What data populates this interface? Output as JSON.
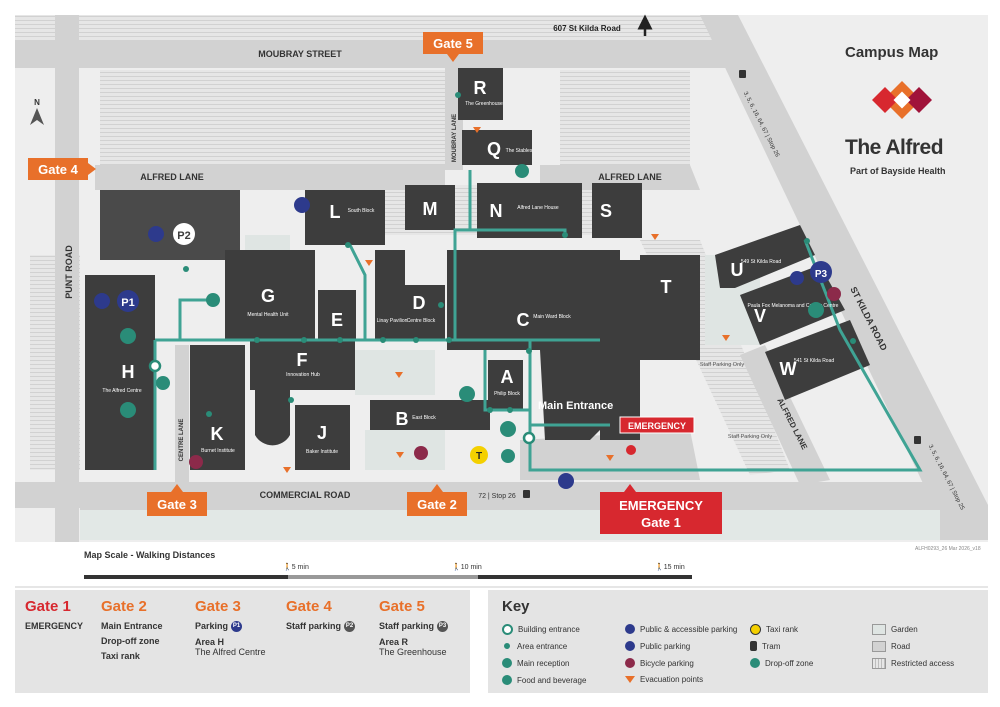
{
  "header": {
    "title": "Campus Map",
    "brand": "The Alfred",
    "sub_brand": "Part of Bayside Health",
    "north": "N",
    "top_address": "607 St Kilda Road"
  },
  "streets": {
    "moubray_street": "MOUBRAY STREET",
    "alfred_lane_w": "ALFRED LANE",
    "alfred_lane_e": "ALFRED LANE",
    "punt_road": "PUNT ROAD",
    "commercial_road": "COMMERCIAL ROAD",
    "centre_lane": "CENTRE LANE",
    "moubray_lane": "MOUBRAY LANE",
    "alfred_lane_se": "ALFRED LANE",
    "st_kilda_road": "ST KILDA ROAD"
  },
  "tram_stops": {
    "top": "3, 5, 6, 16, 64, 67 | Stop 26",
    "bottom": "3, 5, 6, 16, 64, 67 | Stop 25",
    "commercial": "72 | Stop 26"
  },
  "gates": {
    "gate1_line1": "EMERGENCY",
    "gate1_line2": "Gate 1",
    "gate2": "Gate 2",
    "gate3": "Gate 3",
    "gate4": "Gate 4",
    "gate5": "Gate 5"
  },
  "buildings": {
    "R": {
      "letter": "R",
      "name": "The Greenhouse"
    },
    "Q": {
      "letter": "Q",
      "name": "The Stables"
    },
    "L": {
      "letter": "L",
      "name": "South Block"
    },
    "M": {
      "letter": "M",
      "name": ""
    },
    "N": {
      "letter": "N",
      "name": "Alfred Lane House"
    },
    "S": {
      "letter": "S",
      "name": ""
    },
    "T": {
      "letter": "T",
      "name": ""
    },
    "U": {
      "letter": "U",
      "name": "549 St Kilda Road"
    },
    "V": {
      "letter": "V",
      "name": "Paula Fox Melanoma and Cancer Centre"
    },
    "W": {
      "letter": "W",
      "name": "541 St Kilda Road"
    },
    "G": {
      "letter": "G",
      "name": "Mental Health Unit"
    },
    "E": {
      "letter": "E",
      "name": ""
    },
    "D": {
      "letter": "D",
      "name": "Centre Block"
    },
    "linay": {
      "name": "Linay Pavilion"
    },
    "C": {
      "letter": "C",
      "name": "Main Ward Block"
    },
    "A": {
      "letter": "A",
      "name": "Philip Block"
    },
    "B": {
      "letter": "B",
      "name": "East Block"
    },
    "F": {
      "letter": "F",
      "name": "Innovation Hub"
    },
    "J": {
      "letter": "J",
      "name": "Baker Institute"
    },
    "K": {
      "letter": "K",
      "name": "Burnet Institute"
    },
    "H": {
      "letter": "H",
      "name": "The Alfred Centre"
    }
  },
  "parking": {
    "p1": "P1",
    "p2": "P2",
    "p3": "P3"
  },
  "map_labels": {
    "main_entrance": "Main Entrance",
    "emergency": "EMERGENCY",
    "staff_parking_only": "Staff Parking Only",
    "staff_parking_only_2": "Staff Parking Only",
    "taxi": "T"
  },
  "scale": {
    "title": "Map Scale - Walking Distances",
    "m5": "5 min",
    "m10": "10 min",
    "m15": "15 min"
  },
  "doc_code": "ALFH0293_26 Mar 2026_v18",
  "gate_legend": [
    {
      "title": "Gate 1",
      "color": "#d7282f",
      "bold_lines": [
        "EMERGENCY"
      ],
      "plain_lines": []
    },
    {
      "title": "Gate 2",
      "color": "#e8702a",
      "bold_lines": [
        "Main Entrance",
        "Drop-off zone",
        "Taxi rank"
      ],
      "plain_lines": []
    },
    {
      "title": "Gate 3",
      "color": "#e8702a",
      "bold_lines": [
        "Parking",
        "Area H"
      ],
      "plain_lines": [
        "The Alfred Centre"
      ],
      "badge": "P1"
    },
    {
      "title": "Gate 4",
      "color": "#e8702a",
      "bold_lines": [
        "Staff parking"
      ],
      "plain_lines": [],
      "badge": "P2"
    },
    {
      "title": "Gate 5",
      "color": "#e8702a",
      "bold_lines": [
        "Staff parking",
        "Area R"
      ],
      "plain_lines": [
        "The Greenhouse"
      ],
      "badge": "P3"
    }
  ],
  "key": {
    "title": "Key",
    "items": [
      {
        "label": "Building entrance",
        "icon": "building-entrance-icon"
      },
      {
        "label": "Area entrance",
        "icon": "area-entrance-icon"
      },
      {
        "label": "Main reception",
        "icon": "info-icon"
      },
      {
        "label": "Food and beverage",
        "icon": "food-icon"
      },
      {
        "label": "Public & accessible parking",
        "icon": "accessible-parking-icon"
      },
      {
        "label": "Public parking",
        "icon": "parking-icon"
      },
      {
        "label": "Bicycle parking",
        "icon": "bicycle-icon"
      },
      {
        "label": "Evacuation points",
        "icon": "evacuation-icon"
      },
      {
        "label": "Taxi rank",
        "icon": "taxi-icon"
      },
      {
        "label": "Tram",
        "icon": "tram-icon"
      },
      {
        "label": "Drop-off zone",
        "icon": "drop-off-icon"
      },
      {
        "label": "Garden",
        "icon": "garden-swatch"
      },
      {
        "label": "Road",
        "icon": "road-swatch"
      },
      {
        "label": "Restricted access",
        "icon": "restricted-swatch"
      }
    ]
  },
  "colors": {
    "building": "#3d3d3d",
    "road": "#d2d2d2",
    "garden": "#e3e8e6",
    "path": "#3fa394",
    "gate": "#e8702a",
    "emergency": "#d7282f",
    "parking": "#2d3a8c"
  }
}
